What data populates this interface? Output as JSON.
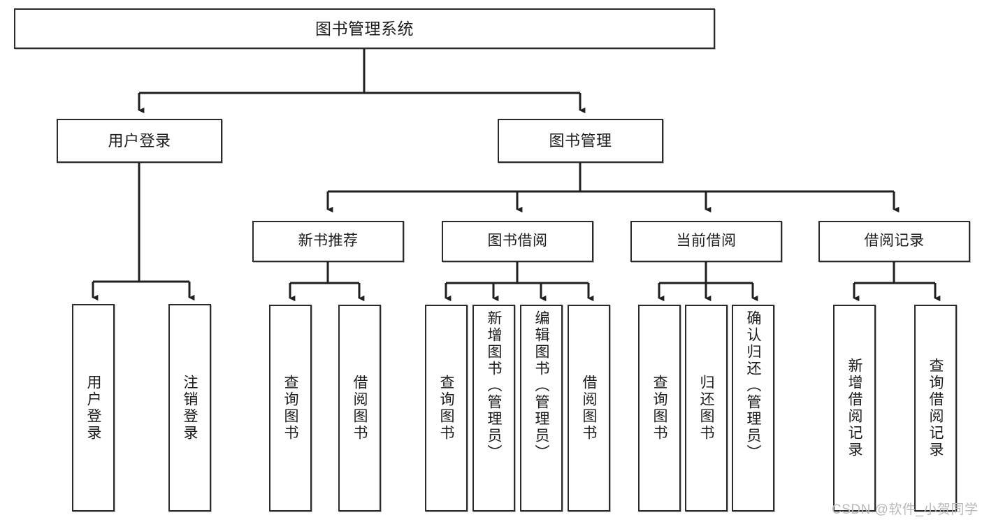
{
  "diagram": {
    "title": "图书管理系统",
    "watermark": "CSDN @软件_小贺同学",
    "colors": {
      "box_border": "#2b2b2b",
      "box_fill": "#ffffff",
      "connector": "#1f1f1f",
      "text": "#1c1c1c",
      "watermark": "#b9b9b9"
    },
    "levels": {
      "root_label": "图书管理系统",
      "level2": [
        {
          "label": "用户登录"
        },
        {
          "label": "图书管理"
        }
      ],
      "level3": [
        {
          "label": "新书推荐"
        },
        {
          "label": "图书借阅"
        },
        {
          "label": "当前借阅"
        },
        {
          "label": "借阅记录"
        }
      ]
    },
    "leaves": {
      "user_login": [
        {
          "label": "用户登录"
        },
        {
          "label": "注销登录"
        }
      ],
      "new_book_recommend": [
        {
          "label": "查询图书"
        },
        {
          "label": "借阅图书"
        }
      ],
      "book_borrow": [
        {
          "label": "查询图书"
        },
        {
          "label": "新增图书（管理员）"
        },
        {
          "label": "编辑图书（管理员）"
        },
        {
          "label": "借阅图书"
        }
      ],
      "current_borrow": [
        {
          "label": "查询图书"
        },
        {
          "label": "归还图书"
        },
        {
          "label": "确认归还（管理员）"
        }
      ],
      "borrow_record": [
        {
          "label": "新增借阅记录"
        },
        {
          "label": "查询借阅记录"
        }
      ]
    }
  }
}
